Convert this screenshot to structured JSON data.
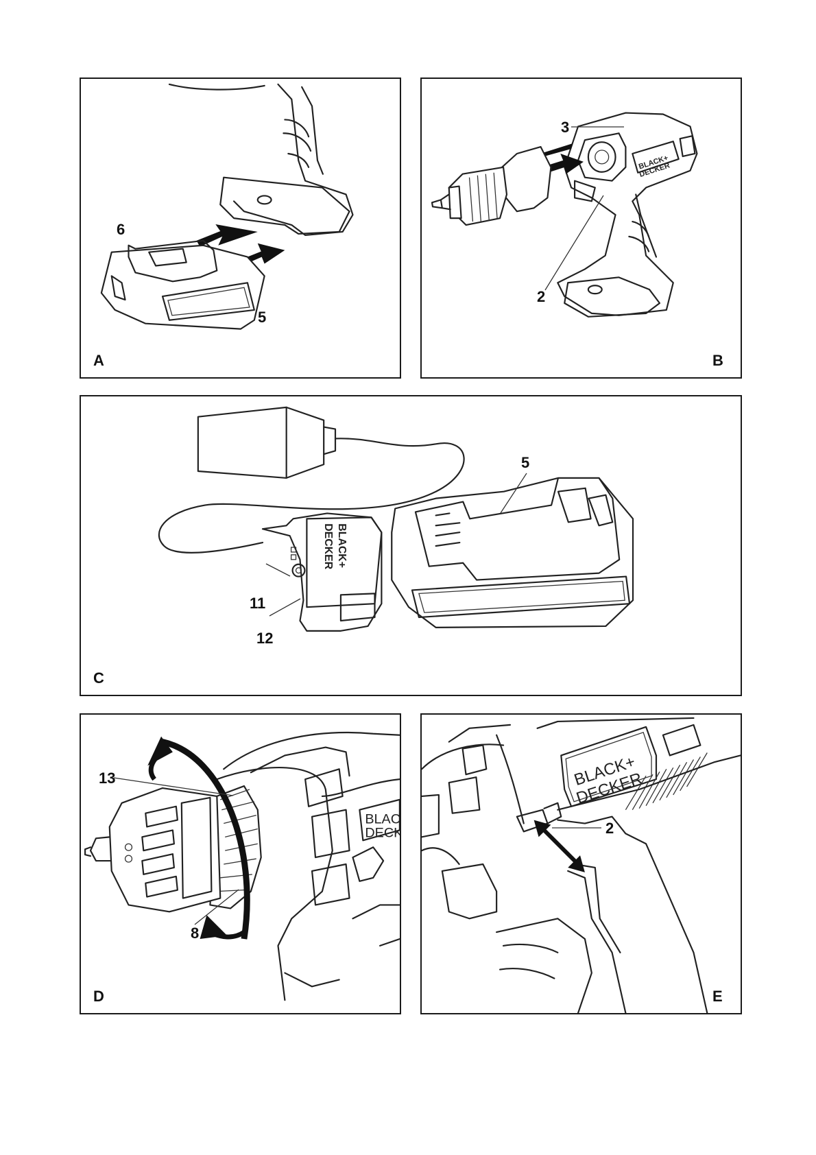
{
  "panels": {
    "a": {
      "label": "A",
      "callouts": {
        "c6": "6",
        "c5": "5"
      }
    },
    "b": {
      "label": "B",
      "callouts": {
        "c3": "3",
        "c2": "2"
      },
      "brand": "BLACK+ DECKER"
    },
    "c": {
      "label": "C",
      "callouts": {
        "c5": "5",
        "c11": "11",
        "c12": "12"
      },
      "brand_line1": "BLACK+",
      "brand_line2": "DECKER"
    },
    "d": {
      "label": "D",
      "callouts": {
        "c13": "13",
        "c8": "8"
      },
      "brand": "BLAC DECK"
    },
    "e": {
      "label": "E",
      "callouts": {
        "c2": "2"
      },
      "brand_line1": "BLACK+",
      "brand_line2": "DECKER"
    }
  },
  "icons": [
    "drill-icon",
    "battery-icon",
    "charger-icon",
    "chuck-icon",
    "arrow-icon",
    "rotation-arrow-icon"
  ]
}
